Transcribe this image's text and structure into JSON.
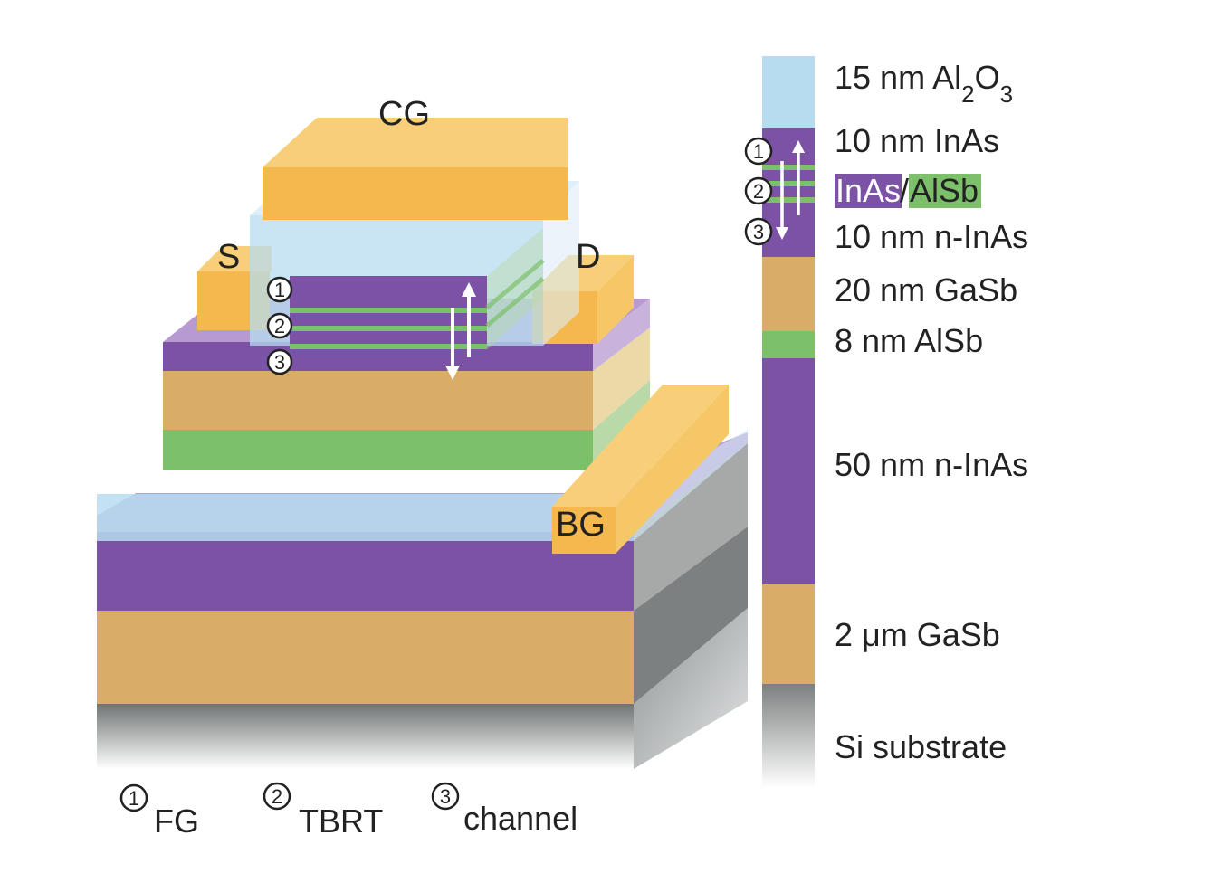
{
  "colors": {
    "al2o3": "#b7dcf0",
    "inas": "#7b52a6",
    "inas_light": "#b79ad0",
    "alsb": "#7cc06a",
    "gasb": "#d9ad68",
    "gasb_side": "#ecd9a8",
    "metal": "#f4b84e",
    "metal_top": "#f8cf78",
    "si_dark": "#7d8080",
    "si_light": "#e8e9e9",
    "arrow": "#ffffff"
  },
  "terminals": {
    "cg": "CG",
    "s": "S",
    "d": "D",
    "bg": "BG"
  },
  "markers": [
    "①",
    "②",
    "③"
  ],
  "legend": [
    {
      "num": "①",
      "text": "FG"
    },
    {
      "num": "②",
      "text": "TBRT"
    },
    {
      "num": "③",
      "text": "channel"
    }
  ],
  "layer_stack": [
    {
      "key": "al2o3",
      "label_html": "15 nm Al<tspan baseline-shift='sub' font-size='26'>2</tspan>O<tspan baseline-shift='sub' font-size='26'>3</tspan>"
    },
    {
      "key": "inas_top",
      "label": "10 nm InAs"
    },
    {
      "key": "inas_alsb",
      "label_a": "InAs",
      "label_sep": "/",
      "label_b": "AlSb"
    },
    {
      "key": "ninas_thin",
      "label": "10 nm n-InAs"
    },
    {
      "key": "gasb_thin",
      "label": "20 nm GaSb"
    },
    {
      "key": "alsb",
      "label": "8 nm AlSb"
    },
    {
      "key": "ninas_thick",
      "label": "50 nm n-InAs"
    },
    {
      "key": "gasb_thick",
      "label": "2 μm GaSb"
    },
    {
      "key": "si",
      "label": "Si substrate"
    }
  ]
}
